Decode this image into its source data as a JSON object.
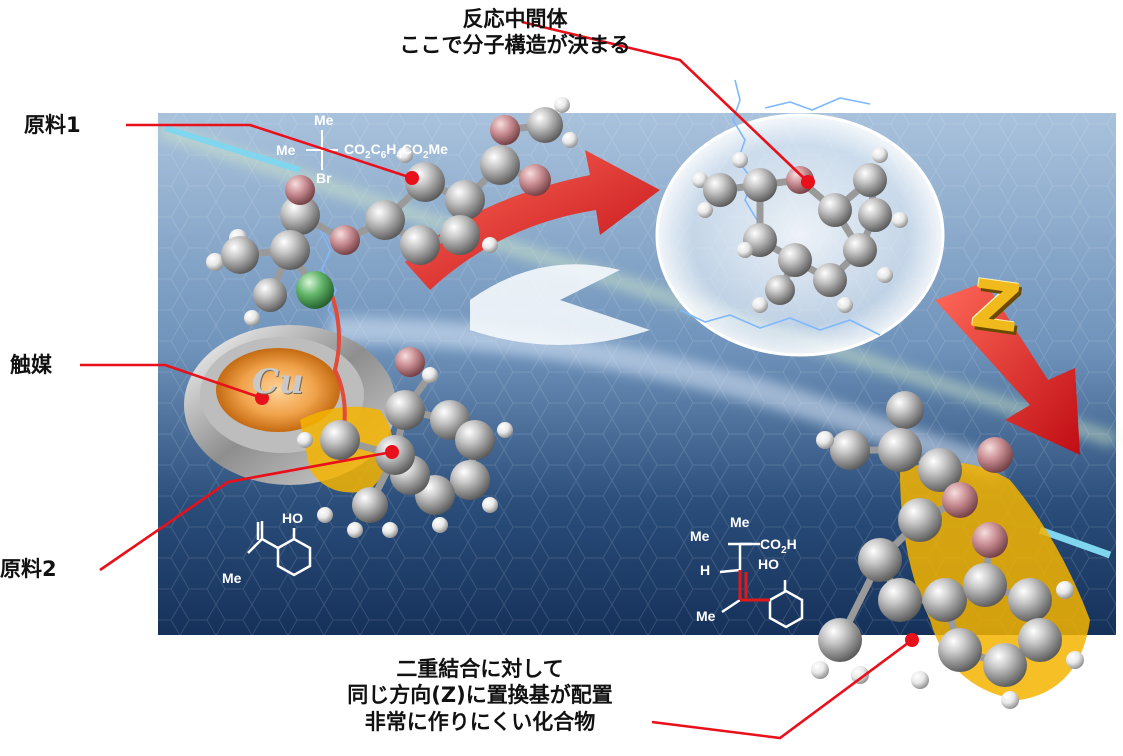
{
  "labels": {
    "intermediate": [
      "反応中間体",
      "ここで分子構造が決まる"
    ],
    "material1": "原料1",
    "catalyst": "触媒",
    "material2": "原料2",
    "product": [
      "二重結合に対して",
      "同じ方向(Z)に置換基が配置",
      "非常に作りにくい化合物"
    ]
  },
  "chemistry": {
    "reagent_me_top": "Me",
    "reagent_me_left": "Me",
    "reagent_br": "Br",
    "reagent_ester_main": "CO",
    "reagent_ester_s1": "2",
    "reagent_ester_mid": "C",
    "reagent_ester_s2": "6",
    "reagent_ester_h": "H",
    "reagent_ester_s3": "4",
    "reagent_ester_tail": "CO",
    "reagent_ester_s4": "2",
    "reagent_ester_end": "Me",
    "substrate_ho": "HO",
    "substrate_me": "Me",
    "product_me1": "Me",
    "product_me2": "Me",
    "product_co2h_main": "CO",
    "product_co2h_sub": "2",
    "product_co2h_end": "H",
    "product_ho": "HO",
    "product_h": "H",
    "product_me3": "Me"
  },
  "symbols": {
    "catalyst_metal": "Cu",
    "stereo_marker": "Z"
  },
  "colors": {
    "pointer": "#e8101a",
    "background_top": "#9fb9d6",
    "background_bottom": "#16335a",
    "carbon": "#b9b9b9",
    "hydrogen": "#f2f2f2",
    "oxygen": "#c98e93",
    "bromine": "#63b56a",
    "highlight": "#f5b400",
    "arrow": "#e02020"
  }
}
